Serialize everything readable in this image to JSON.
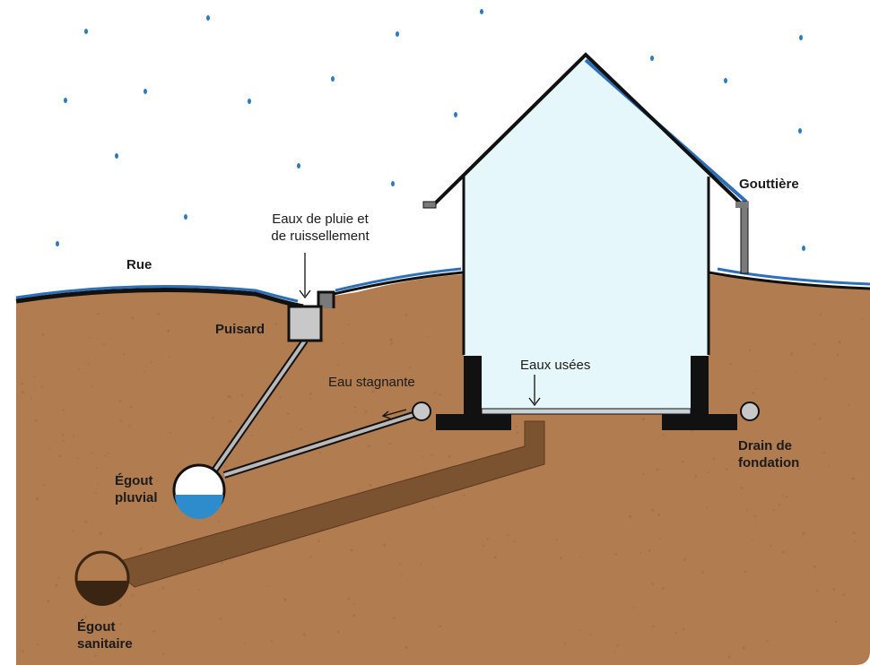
{
  "labels": {
    "rue": "Rue",
    "eaux_pluie_line1": "Eaux de pluie et",
    "eaux_pluie_line2": "de ruissellement",
    "puisard": "Puisard",
    "gouttiere": "Gouttière",
    "eau_stagnante": "Eau stagnante",
    "eaux_usees": "Eaux usées",
    "drain_line1": "Drain de",
    "drain_line2": "fondation",
    "egout_pluvial_line1": "Égout",
    "egout_pluvial_line2": "pluvial",
    "egout_sanitaire_line1": "Égout",
    "egout_sanitaire_line2": "sanitaire"
  },
  "colors": {
    "soil": "#b07c50",
    "soil_dots": "#9a6842",
    "rain": "#2f79bd",
    "road_blue": "#2d6fb8",
    "house_fill": "#e6f7fb",
    "outline": "#111111",
    "sewer_brown": "#7b5331",
    "sanitary_content": "#3a2412",
    "storm_water": "#2f8ccc",
    "pipe_gray": "#b9b9b9"
  }
}
